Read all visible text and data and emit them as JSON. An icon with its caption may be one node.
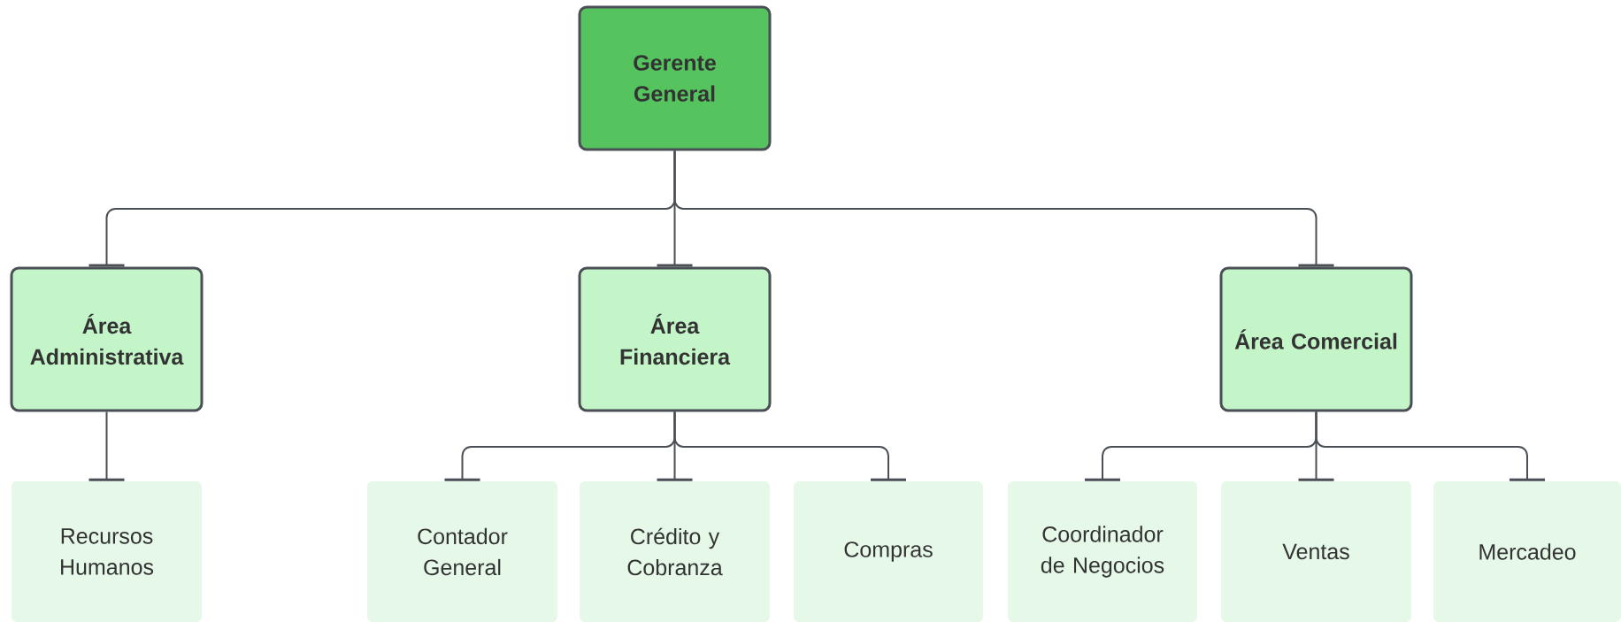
{
  "diagram": {
    "nodes": [
      {
        "text": [
          "Gerente General"
        ]
      },
      {
        "text": [
          "Área Administrativa"
        ]
      },
      {
        "text": [
          "Área Financiera"
        ]
      },
      {
        "text": [
          "Área Comercial"
        ]
      },
      {
        "text": [
          "Recursos Humanos"
        ]
      },
      {
        "text": [
          "Contador General"
        ]
      },
      {
        "text": [
          "Crédito y Cobranza"
        ]
      },
      {
        "text": [
          "Compras"
        ]
      },
      {
        "text": [
          "Coordinador de Negocios"
        ]
      },
      {
        "text": [
          "Ventas"
        ]
      },
      {
        "text": [
          "Mercadeo"
        ]
      }
    ],
    "edges": [
      {
        "from": 0,
        "to": 1,
        "arrow": "other"
      },
      {
        "from": 0,
        "to": 2,
        "arrow": "other"
      },
      {
        "from": 0,
        "to": 3,
        "arrow": "other"
      },
      {
        "from": 1,
        "to": 4,
        "arrow": "other"
      },
      {
        "from": 2,
        "to": 5,
        "arrow": "other"
      },
      {
        "from": 2,
        "to": 6,
        "arrow": "other"
      },
      {
        "from": 2,
        "to": 7,
        "arrow": "other"
      },
      {
        "from": 3,
        "to": 8,
        "arrow": "other"
      },
      {
        "from": 3,
        "to": 9,
        "arrow": "other"
      },
      {
        "from": 3,
        "to": 10,
        "arrow": "other"
      }
    ]
  }
}
